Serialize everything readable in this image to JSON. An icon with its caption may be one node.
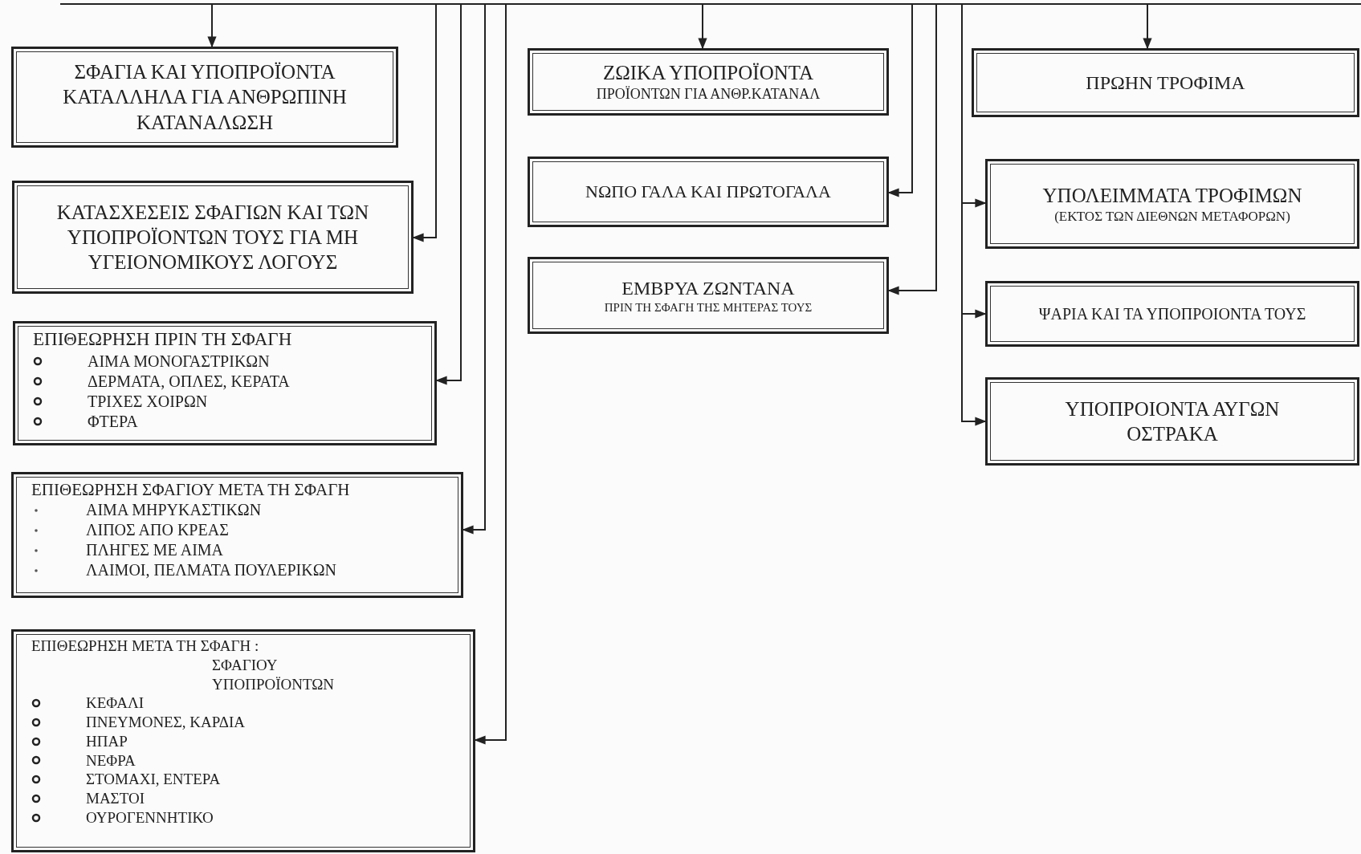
{
  "diagram": {
    "nodes": [
      {
        "text": [
          "ΣΦΑΓΙΑ ΚΑΙ ΥΠΟΠΡΟΪΟΝΤΑ ΚΑΤΑΛΛΗΛΑ ΓΙΑ ΑΝΘΡΩΠΙΝΗ ΚΑΤΑΝΑΛΩΣΗ"
        ]
      },
      {
        "text": [
          "ΚΑΤΑΣΧΕΣΕΙΣ ΣΦΑΓΙΩΝ ΚΑΙ ΤΩΝ ΥΠΟΠΡΟΪΟΝΤΩΝ ΤΟΥΣ ΓΙΑ ΜΗ ΥΓΕΙΟΝΟΜΙΚΟΥΣ ΛΟΓΟΥΣ"
        ]
      },
      {
        "text": [
          "ΕΠΙΘΕΩΡΗΣΗ ΠΡΙΝ ΤΗ ΣΦΑΓΗ",
          "ΑΙΜΑ ΜΟΝΟΓΑΣΤΡΙΚΩΝ",
          "ΔΕΡΜΑΤΑ, ΟΠΛΕΣ, ΚΕΡΑΤΑ",
          "ΤΡΙΧΕΣ ΧΟΙΡΩΝ",
          "ΦΤΕΡΑ"
        ]
      },
      {
        "text": [
          "ΕΠΙΘΕΩΡΗΣΗ ΣΦΑΓΙΟΥ ΜΕΤΑ ΤΗ ΣΦΑΓΗ",
          "ΑΙΜΑ ΜΗΡΥΚΑΣΤΙΚΩΝ",
          "ΛΙΠΟΣ ΑΠΟ ΚΡΕΑΣ",
          "ΠΛΗΓΕΣ ΜΕ ΑΙΜΑ",
          "ΛΑΙΜΟΙ, ΠΕΛΜΑΤΑ ΠΟΥΛΕΡΙΚΩΝ"
        ]
      },
      {
        "text": [
          "ΕΠΙΘΕΩΡΗΣΗ ΜΕΤΑ ΤΗ ΣΦΑΓΗ :",
          "ΣΦΑΓΙΟΥ",
          "ΥΠΟΠΡΟΪΟΝΤΩΝ",
          "ΚΕΦΑΛΙ",
          "ΠΝΕΥΜΟΝΕΣ, ΚΑΡΔΙΑ",
          "ΗΠΑΡ",
          "ΝΕΦΡΑ",
          "ΣΤΟΜΑΧΙ, ΕΝΤΕΡΑ",
          "ΜΑΣΤΟΙ",
          "ΟΥΡΟΓΕΝΝΗΤΙΚΟ"
        ]
      },
      {
        "text": [
          "ΖΩΙΚΑ ΥΠΟΠΡΟΪΟΝΤΑ",
          "ΠΡΟΪΟΝΤΩΝ ΓΙΑ ΑΝΘΡ.ΚΑΤΑΝΑΛ"
        ]
      },
      {
        "text": [
          "ΝΩΠΟ ΓΑΛΑ ΚΑΙ ΠΡΩΤΟΓΑΛΑ"
        ]
      },
      {
        "text": [
          "ΕΜΒΡΥΑ ΖΩΝΤΑΝΑ",
          "ΠΡΙΝ ΤΗ ΣΦΑΓΗ ΤΗΣ ΜΗΤΕΡΑΣ ΤΟΥΣ"
        ]
      },
      {
        "text": [
          "ΠΡΩΗΝ ΤΡΟΦΙΜΑ"
        ]
      },
      {
        "text": [
          "ΥΠΟΛΕΙΜΜΑΤΑ ΤΡΟΦΙΜΩΝ",
          "(ΕΚΤΟΣ ΤΩΝ ΔΙΕΘΝΩΝ ΜΕΤΑΦΟΡΩΝ)"
        ]
      },
      {
        "text": [
          "ΨΑΡΙΑ ΚΑΙ ΤΑ ΥΠΟΠΡΟΙΟΝΤΑ ΤΟΥΣ"
        ]
      },
      {
        "text": [
          "ΥΠΟΠΡΟΙΟΝΤΑ ΑΥΓΩΝ ΟΣΤΡΑΚΑ"
        ]
      }
    ],
    "edges": [
      {
        "from": null,
        "to": 0,
        "arrow": "to"
      },
      {
        "from": null,
        "to": 1,
        "arrow": "to"
      },
      {
        "from": null,
        "to": 2,
        "arrow": "to"
      },
      {
        "from": null,
        "to": 3,
        "arrow": "to"
      },
      {
        "from": null,
        "to": 4,
        "arrow": "to"
      },
      {
        "from": null,
        "to": 5,
        "arrow": "to"
      },
      {
        "from": null,
        "to": 6,
        "arrow": "to"
      },
      {
        "from": null,
        "to": 7,
        "arrow": "to"
      },
      {
        "from": null,
        "to": 8,
        "arrow": "to"
      },
      {
        "from": null,
        "to": 9,
        "arrow": "to"
      },
      {
        "from": null,
        "to": 10,
        "arrow": "to"
      },
      {
        "from": null,
        "to": 11,
        "arrow": "to"
      }
    ]
  }
}
